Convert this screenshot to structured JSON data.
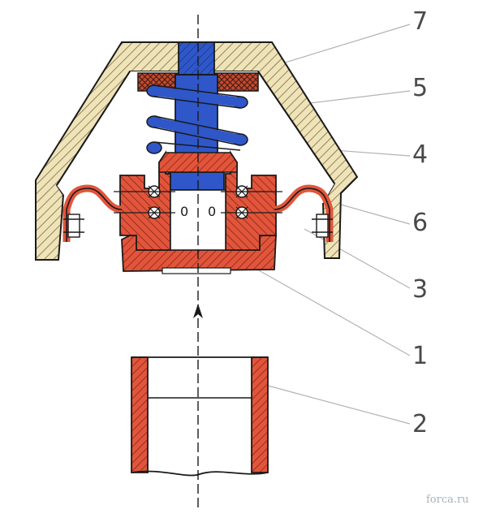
{
  "diagram": {
    "callouts": [
      {
        "id": "7",
        "label": "7"
      },
      {
        "id": "5",
        "label": "5"
      },
      {
        "id": "4",
        "label": "4"
      },
      {
        "id": "6",
        "label": "6"
      },
      {
        "id": "3",
        "label": "3"
      },
      {
        "id": "1",
        "label": "1"
      },
      {
        "id": "2",
        "label": "2"
      }
    ],
    "piston_markings": [
      "0",
      "0"
    ],
    "watermark": "forca.ru",
    "colors": {
      "housing": "#efe3b8",
      "housing_hatch": "#7a6a4a",
      "red_parts": "#e2553b",
      "blue_parts": "#2f57c9",
      "outline": "#1a1a1a",
      "leader": "#b3b3b3"
    }
  }
}
